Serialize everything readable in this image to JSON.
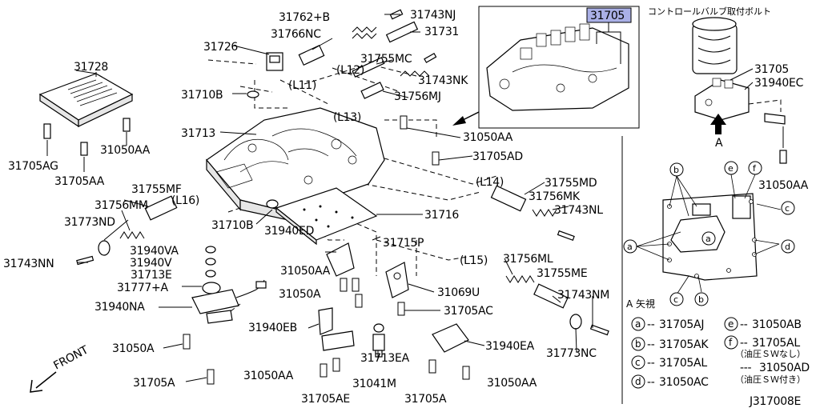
{
  "diagram_id": "J317008E",
  "front_label": "FRONT",
  "main_labels": [
    {
      "id": "l31728",
      "text": "31728"
    },
    {
      "id": "l31705AG",
      "text": "31705AG"
    },
    {
      "id": "l31705AA",
      "text": "31705AA"
    },
    {
      "id": "l31050AA_1",
      "text": "31050AA"
    },
    {
      "id": "l31726",
      "text": "31726"
    },
    {
      "id": "l31710B_1",
      "text": "31710B"
    },
    {
      "id": "l31713",
      "text": "31713"
    },
    {
      "id": "l31755MF",
      "text": "31755MF"
    },
    {
      "id": "l31756MM",
      "text": "31756MM"
    },
    {
      "id": "l31773ND",
      "text": "31773ND"
    },
    {
      "id": "l31743NN",
      "text": "31743NN"
    },
    {
      "id": "lL16",
      "text": "(L16)"
    },
    {
      "id": "l31710B_2",
      "text": "31710B"
    },
    {
      "id": "l31762B",
      "text": "31762+B"
    },
    {
      "id": "l31766NC",
      "text": "31766NC"
    },
    {
      "id": "l31743NJ",
      "text": "31743NJ"
    },
    {
      "id": "l31731",
      "text": "31731"
    },
    {
      "id": "l31755MC",
      "text": "31755MC"
    },
    {
      "id": "lL12",
      "text": "(L12)"
    },
    {
      "id": "lL11",
      "text": "(L11)"
    },
    {
      "id": "l31743NK",
      "text": "31743NK"
    },
    {
      "id": "l31756MJ",
      "text": "31756MJ"
    },
    {
      "id": "lL13",
      "text": "(L13)"
    },
    {
      "id": "l31050AA_2",
      "text": "31050AA"
    },
    {
      "id": "l31705AD",
      "text": "31705AD"
    },
    {
      "id": "lL14",
      "text": "(L14)"
    },
    {
      "id": "l31755MD",
      "text": "31755MD"
    },
    {
      "id": "l31756MK",
      "text": "31756MK"
    },
    {
      "id": "l31743NL",
      "text": "31743NL"
    },
    {
      "id": "l31716",
      "text": "31716"
    },
    {
      "id": "l31715P",
      "text": "31715P"
    },
    {
      "id": "l31940ED",
      "text": "31940ED"
    },
    {
      "id": "l31940VA",
      "text": "31940VA"
    },
    {
      "id": "l31940V",
      "text": "31940V"
    },
    {
      "id": "l31713E",
      "text": "31713E"
    },
    {
      "id": "l31777A",
      "text": "31777+A"
    },
    {
      "id": "l31940NA",
      "text": "31940NA"
    },
    {
      "id": "l31050AA_3",
      "text": "31050AA"
    },
    {
      "id": "l31050A_1",
      "text": "31050A"
    },
    {
      "id": "l31050A_2",
      "text": "31050A"
    },
    {
      "id": "l31705A_1",
      "text": "31705A"
    },
    {
      "id": "l31940EB",
      "text": "31940EB"
    },
    {
      "id": "l31050AA_4",
      "text": "31050AA"
    },
    {
      "id": "l31705AE",
      "text": "31705AE"
    },
    {
      "id": "l31713EA",
      "text": "31713EA"
    },
    {
      "id": "l31041M",
      "text": "31041M"
    },
    {
      "id": "l31705A_2",
      "text": "31705A"
    },
    {
      "id": "l31069U",
      "text": "31069U"
    },
    {
      "id": "l31705AC",
      "text": "31705AC"
    },
    {
      "id": "lL15",
      "text": "(L15)"
    },
    {
      "id": "l31756ML",
      "text": "31756ML"
    },
    {
      "id": "l31755ME",
      "text": "31755ME"
    },
    {
      "id": "l31743NM",
      "text": "31743NM"
    },
    {
      "id": "l31773NC",
      "text": "31773NC"
    },
    {
      "id": "l31940EA",
      "text": "31940EA"
    },
    {
      "id": "l31050AA_5",
      "text": "31050AA"
    }
  ],
  "inset": {
    "highlight_label": "31705",
    "highlight_color": "#aab0e6"
  },
  "right_panel": {
    "title": "コントロールバルブ取付ボルト",
    "label_31705": "31705",
    "label_31940EC": "31940EC",
    "label_31050AA": "31050AA",
    "arrow_label": "A",
    "view_label": "A 矢視",
    "callouts": [
      "b",
      "e",
      "f",
      "c",
      "a",
      "d",
      "a",
      "c",
      "b"
    ],
    "legend": [
      {
        "letter": "a",
        "part": "31705AJ"
      },
      {
        "letter": "b",
        "part": "31705AK"
      },
      {
        "letter": "c",
        "part": "31705AL"
      },
      {
        "letter": "d",
        "part": "31050AC"
      },
      {
        "letter": "e",
        "part": "31050AB"
      },
      {
        "letter": "f",
        "part": "31705AL"
      }
    ],
    "legend_note_1": "（油圧ＳＷなし）",
    "legend_sub_part": "31050AD",
    "legend_note_2": "（油圧ＳＷ付き）"
  }
}
